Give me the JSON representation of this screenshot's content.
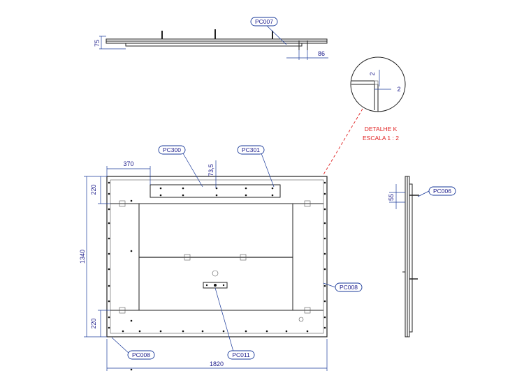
{
  "tags": {
    "pc007": "PC007",
    "pc300": "PC300",
    "pc301": "PC301",
    "pc006": "PC006",
    "pc008_right": "PC008",
    "pc008_left": "PC008",
    "pc011": "PC011"
  },
  "dimensions": {
    "top_height": "75",
    "top_offset": "86",
    "detail_vertical": "2",
    "detail_horizontal": "2",
    "left_offset": "370",
    "bracket_offset": "73,5",
    "top_strip": "220",
    "overall_height": "1340",
    "bottom_strip": "220",
    "overall_width": "1820",
    "side_offset": "55"
  },
  "detail": {
    "title": "DETALHE K",
    "scale": "ESCALA 1 : 2"
  },
  "colors": {
    "dimension": "#1a3a9a",
    "detail_callout": "#e02020",
    "outline": "#222222"
  }
}
